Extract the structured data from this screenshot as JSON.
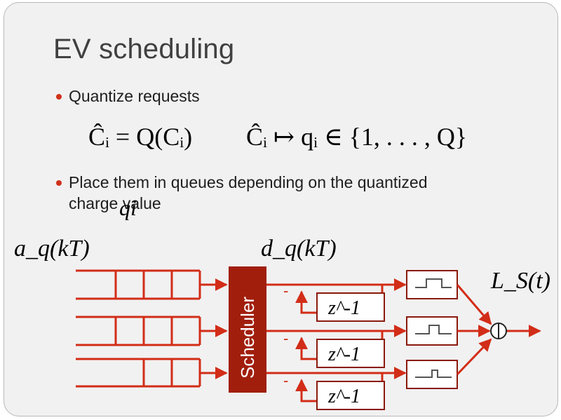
{
  "slide": {
    "title": "EV scheduling",
    "bullets": [
      "Quantize requests",
      "Place them in queues depending on the quantized charge value"
    ]
  },
  "equations": {
    "eq1": "Ĉᵢ = Q(Cᵢ)",
    "eq2": "Ĉᵢ ↦ qᵢ ∈ {1, . . . , Q}",
    "overlay_symbol": "qi"
  },
  "diagram": {
    "input_label": "a_q(kT)",
    "output_label": "d_q(kT)",
    "sum_label": "L_S(t)",
    "scheduler_label": "Scheduler",
    "delay_label": "z^-1",
    "minus_sign": "-",
    "queue_count": 3,
    "colors": {
      "wire": "#d22d18",
      "scheduler": "#a11e0c",
      "box_border": "#8a1a0c",
      "accent": "#d0311a"
    }
  }
}
